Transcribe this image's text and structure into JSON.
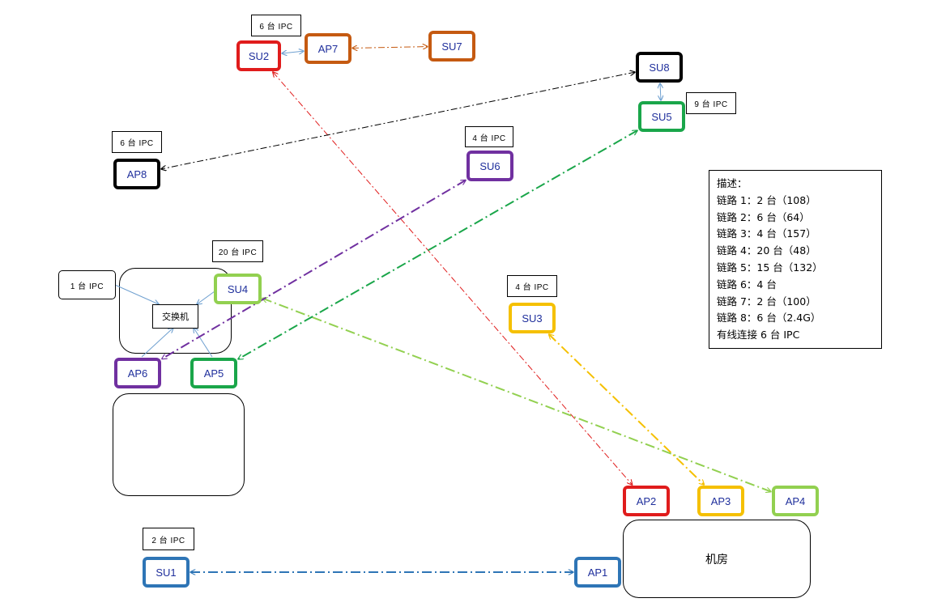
{
  "nodes": {
    "SU1": {
      "label": "SU1",
      "color": "#2e75b6"
    },
    "SU2": {
      "label": "SU2",
      "color": "#e01c1c"
    },
    "SU3": {
      "label": "SU3",
      "color": "#f5c000"
    },
    "SU4": {
      "label": "SU4",
      "color": "#92d050"
    },
    "SU5": {
      "label": "SU5",
      "color": "#1aa64a"
    },
    "SU6": {
      "label": "SU6",
      "color": "#7030a0"
    },
    "SU7": {
      "label": "SU7",
      "color": "#c55a11"
    },
    "SU8": {
      "label": "SU8",
      "color": "#000000"
    },
    "AP1": {
      "label": "AP1",
      "color": "#2e75b6"
    },
    "AP2": {
      "label": "AP2",
      "color": "#e01c1c"
    },
    "AP3": {
      "label": "AP3",
      "color": "#f5c000"
    },
    "AP4": {
      "label": "AP4",
      "color": "#92d050"
    },
    "AP5": {
      "label": "AP5",
      "color": "#1aa64a"
    },
    "AP6": {
      "label": "AP6",
      "color": "#7030a0"
    },
    "AP7": {
      "label": "AP7",
      "color": "#c55a11"
    },
    "AP8": {
      "label": "AP8",
      "color": "#000000"
    }
  },
  "tags": {
    "su2": "6 台 IPC",
    "ap8": "6 台 IPC",
    "su6": "4 台 IPC",
    "su5": "9 台 IPC",
    "su4": "20 台 IPC",
    "switch_side": "1 台 IPC",
    "su3": "4 台 IPC",
    "su1": "2 台 IPC"
  },
  "labels": {
    "switch": "交换机",
    "machine_room": "机房"
  },
  "legend": {
    "title": "描述：",
    "lines": [
      "链路 1：2 台（108）",
      "链路 2：6 台（64）",
      "链路 3：4 台（157）",
      "链路 4：20 台（48）",
      "链路 5：15 台（132）",
      "链路 6：4 台",
      "链路 7：2 台（100）",
      "链路 8：6 台（2.4G）",
      "有线连接 6 台 IPC"
    ]
  },
  "links": [
    {
      "from": "SU1",
      "to": "AP1",
      "color": "#2e75b6",
      "style": "dash-dot"
    },
    {
      "from": "SU2",
      "to": "AP2",
      "color": "#e01c1c",
      "style": "dash-dot-thin"
    },
    {
      "from": "SU3",
      "to": "AP3",
      "color": "#f5c000",
      "style": "dash-dot"
    },
    {
      "from": "SU4",
      "to": "AP4",
      "color": "#92d050",
      "style": "dash-dot"
    },
    {
      "from": "SU5",
      "to": "AP5",
      "color": "#1aa64a",
      "style": "dash-dot"
    },
    {
      "from": "SU6",
      "to": "AP6",
      "color": "#7030a0",
      "style": "dash-dot"
    },
    {
      "from": "AP7",
      "to": "SU7",
      "color": "#c55a11",
      "style": "dash-dot-thin"
    },
    {
      "from": "SU8",
      "to": "AP8",
      "color": "#000000",
      "style": "dash-dot-thin"
    },
    {
      "from": "SU2",
      "to": "AP7",
      "color": "#6fa0d0",
      "style": "solid"
    },
    {
      "from": "SU8",
      "to": "SU5",
      "color": "#6fa0d0",
      "style": "solid"
    }
  ]
}
